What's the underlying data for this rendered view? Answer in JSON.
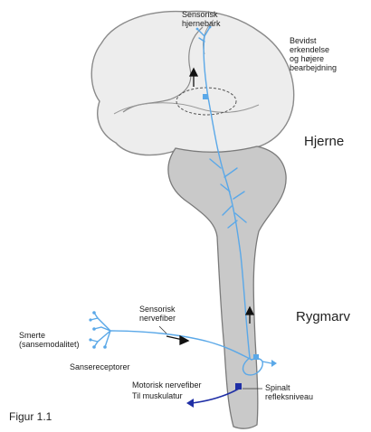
{
  "labels": {
    "sensory_cortex": [
      "Sensorisk",
      "hjernebark"
    ],
    "conscious_processing": [
      "Bevidst",
      "erkendelse",
      "og højere",
      "bearbejdning"
    ],
    "brain": "Hjerne",
    "spinal_cord": "Rygmarv",
    "sensory_nerve_fiber": [
      "Sensorisk",
      "nervefiber"
    ],
    "pain_modality": [
      "Smerte",
      "(sansemodalitet)"
    ],
    "sense_receptors": "Sansereceptorer",
    "motor_nerve_fiber": "Motorisk nervefiber",
    "to_muscles": "Til muskulatur",
    "spinal_reflex_level": [
      "Spinalt",
      "refleksniveau"
    ],
    "figure_caption": "Figur 1.1"
  },
  "colors": {
    "brain_fill": "#ededed",
    "brain_stroke": "#8a8a8a",
    "stem_fill": "#c9c9c9",
    "stem_stroke": "#7a7a7a",
    "sensory_pathway": "#5aa8e8",
    "motor_pathway": "#1f2fa6",
    "arrow": "#111111"
  }
}
